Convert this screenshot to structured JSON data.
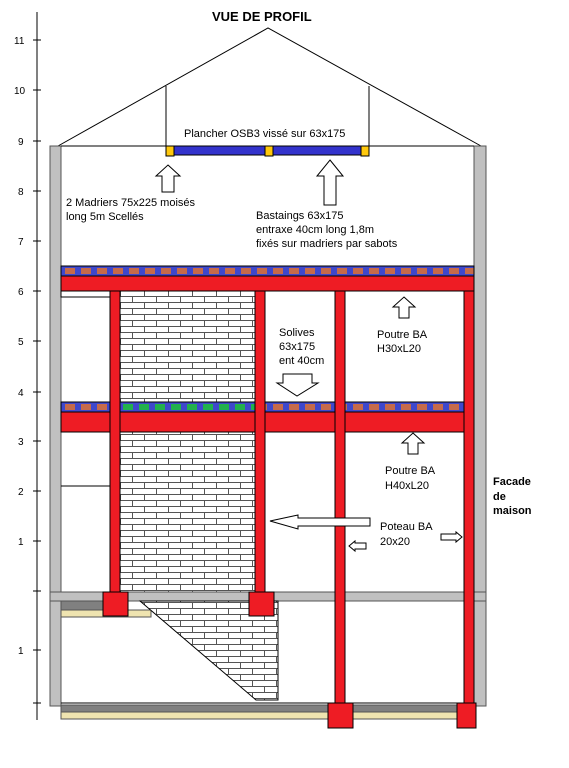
{
  "title": "VUE DE PROFIL",
  "scale_upper": [
    "11",
    "10",
    "9",
    "8",
    "7",
    "6",
    "5",
    "4",
    "3",
    "2",
    "1"
  ],
  "scale_lower": [
    "1"
  ],
  "labels": {
    "plancher": "Plancher OSB3 vissé sur 63x175",
    "madriers_1": "2 Madriers 75x225 moisés",
    "madriers_2": "long 5m Scellés",
    "bastaings_1": "Bastaings 63x175",
    "bastaings_2": "entraxe 40cm long 1,8m",
    "bastaings_3": "fixés sur madriers par sabots",
    "solives_1": "Solives",
    "solives_2": "63x175",
    "solives_3": "ent 40cm",
    "poutre1_1": "Poutre BA",
    "poutre1_2": "H30xL20",
    "poutre2_1": "Poutre BA",
    "poutre2_2": "H40xL20",
    "facade_1": "Facade",
    "facade_2": "de",
    "facade_3": "maison",
    "poteau_1": "Poteau BA",
    "poteau_2": "20x20"
  },
  "colors": {
    "concrete": "#ee1c24",
    "wall": "#c0c0c0",
    "osb": "#3333cc",
    "joist_top": "#c66a4a",
    "joist_green": "#22b14c",
    "joist_blue": "#3f48cc",
    "hanger": "#ffc90e",
    "slab_dark": "#808080",
    "slab_light": "#efe4b0"
  }
}
